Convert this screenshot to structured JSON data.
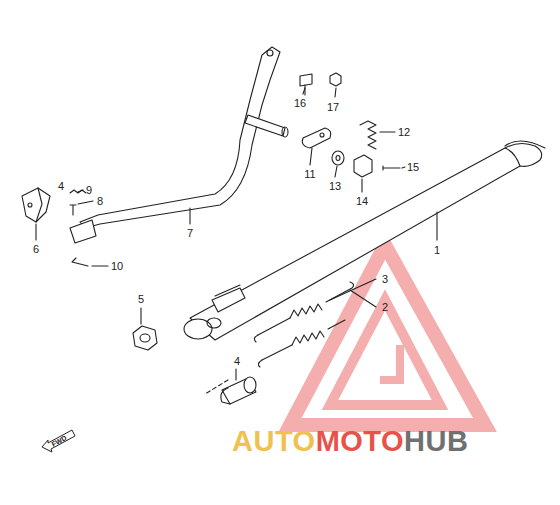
{
  "diagram": {
    "labels": [
      "1",
      "2",
      "3",
      "4",
      "5",
      "6",
      "7",
      "8",
      "9",
      "4",
      "10",
      "11",
      "12",
      "13",
      "14",
      "15",
      "16",
      "17",
      "FWD",
      "AUTO",
      "MOTO",
      "HUB"
    ]
  }
}
